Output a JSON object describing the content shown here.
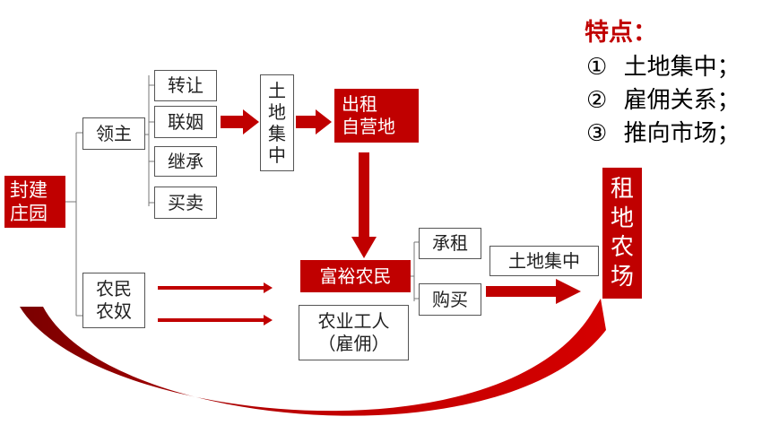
{
  "features": {
    "title": "特点：",
    "items": [
      {
        "num": "①",
        "text": "土地集中；"
      },
      {
        "num": "②",
        "text": "雇佣关系；"
      },
      {
        "num": "③",
        "text": "推向市场；"
      }
    ]
  },
  "nodes": {
    "manor": [
      "封建",
      "庄园"
    ],
    "lord": "领主",
    "peasants": [
      "农民",
      "农奴"
    ],
    "transfer": "转让",
    "marriage": "联姻",
    "inherit": "继承",
    "trade": "买卖",
    "land_concentration_vertical": [
      "土",
      "地",
      "集",
      "中"
    ],
    "rent_out": [
      "出租",
      "自营地"
    ],
    "rich_peasant": "富裕农民",
    "agri_worker": [
      "农业工人",
      "（雇佣）"
    ],
    "lease": "承租",
    "purchase": "购买",
    "land_concentration": "土地集中",
    "rental_farm": [
      "租",
      "地",
      "农",
      "场"
    ]
  },
  "colors": {
    "accent": "#c00000",
    "line": "#555555"
  }
}
